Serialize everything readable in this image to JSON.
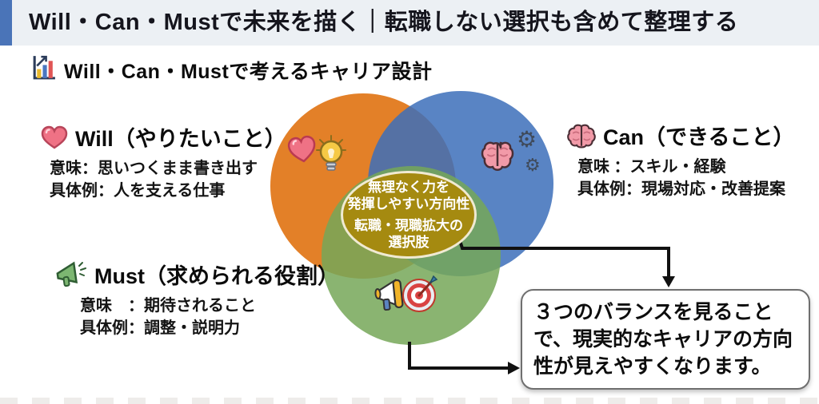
{
  "header": {
    "title": "Will・Can・Mustで未来を描く｜転職しない選択も含めて整理する",
    "accent_color": "#4a74b8",
    "background_color": "#ecf0f4"
  },
  "subtitle": {
    "icon": "bar-chart-icon",
    "text": "Will・Can・Mustで考えるキャリア設計"
  },
  "venn": {
    "circles": [
      {
        "id": "will",
        "color": "#e8822d"
      },
      {
        "id": "can",
        "color": "#5b84c2"
      },
      {
        "id": "must",
        "color": "#8ab471"
      }
    ],
    "center_badge": {
      "background_color": "#a58a10",
      "group1": "無理なく力を\n発揮しやすい方向性",
      "group2": "転職・現職拡大の\n選択肢"
    },
    "icons": {
      "will": [
        "heart-icon",
        "lightbulb-icon"
      ],
      "can": [
        "brain-icon",
        "gear-icon",
        "gear-icon"
      ],
      "must": [
        "megaphone-icon",
        "target-icon"
      ]
    }
  },
  "labels": {
    "will": {
      "icon": "heart-icon",
      "title": "Will（やりたいこと）",
      "meaning": "意味：思いつくまま書き出す",
      "example": "具体例：人を支える仕事"
    },
    "can": {
      "icon": "brain-icon",
      "title": "Can（できること）",
      "meaning": "意味 ：スキル・経験",
      "example": "具体例：現場対応・改善提案"
    },
    "must": {
      "icon": "megaphone-icon",
      "title": "Must（求められる役割）",
      "meaning": "意味　：期待されること",
      "example": "具体例：調整・説明力"
    }
  },
  "callout": {
    "text": "３つのバランスを見ること\nで、現実的なキャリアの方向\n性が見えやすくなります。"
  }
}
